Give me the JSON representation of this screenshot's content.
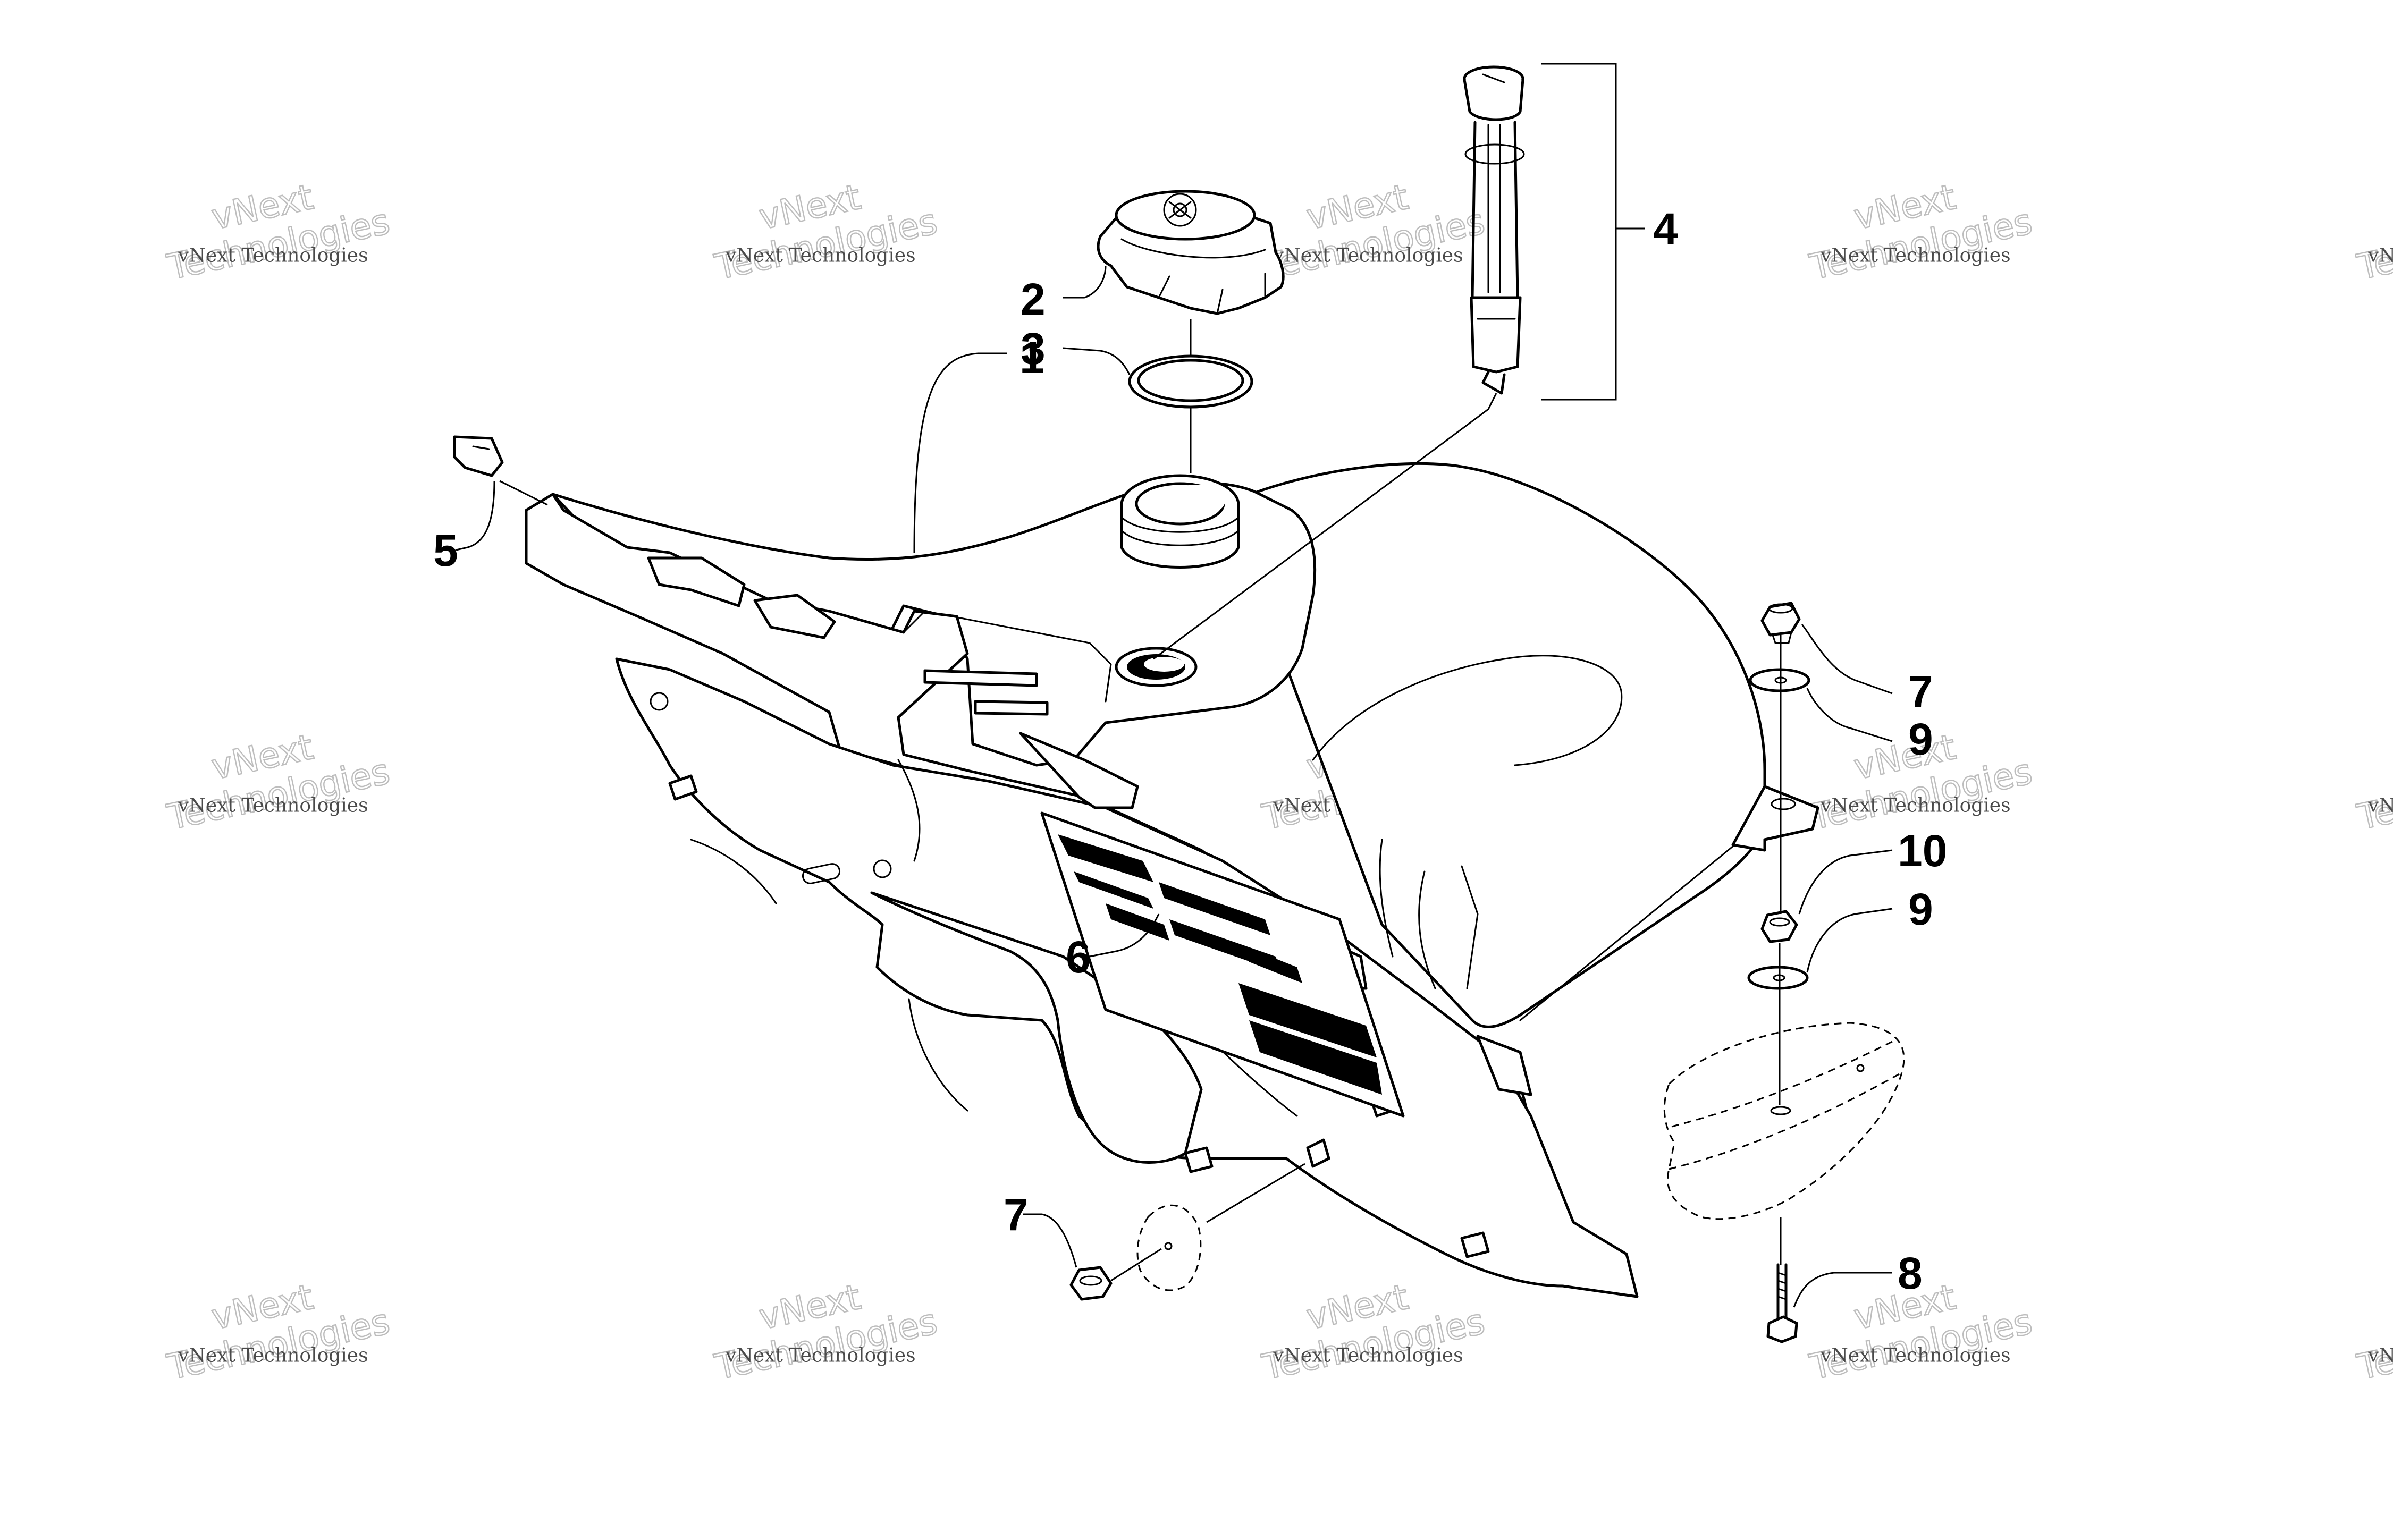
{
  "callouts": [
    {
      "id": "1",
      "label": "1"
    },
    {
      "id": "2",
      "label": "2"
    },
    {
      "id": "3",
      "label": "3"
    },
    {
      "id": "4",
      "label": "4"
    },
    {
      "id": "5",
      "label": "5"
    },
    {
      "id": "6",
      "label": "6"
    },
    {
      "id": "7a",
      "label": "7"
    },
    {
      "id": "7b",
      "label": "7"
    },
    {
      "id": "8",
      "label": "8"
    },
    {
      "id": "9a",
      "label": "9"
    },
    {
      "id": "9b",
      "label": "9"
    },
    {
      "id": "10",
      "label": "10"
    }
  ],
  "watermark": {
    "line1": "vNext Technologies",
    "line2": "vNext",
    "line3": "Technologies"
  },
  "colors": {
    "ink": "#000000",
    "watermark_text": "#4a4a4a",
    "watermark_outline": "#bdbdbd",
    "background": "#ffffff"
  }
}
